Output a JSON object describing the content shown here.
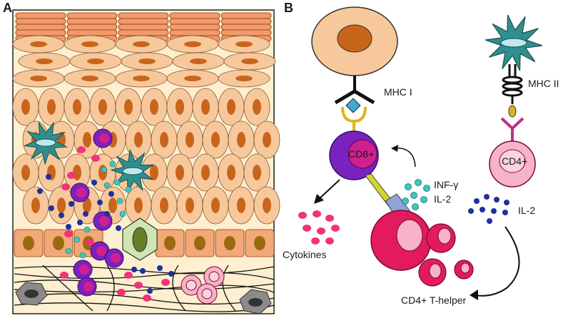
{
  "panel_a": {
    "letter": "A"
  },
  "panel_b": {
    "letter": "B",
    "labels": {
      "mhc1": "MHC I",
      "mhc2": "MHC II",
      "cd8": "CD8+",
      "cd4": "CD4+",
      "infg": "INF-γ",
      "il2a": "IL-2",
      "il2b": "IL-2",
      "cytokines": "Cytokines",
      "cd4_helper": "CD4+ T-helper"
    }
  },
  "colors": {
    "epithelial": "#f7c89b",
    "nucleus": "#c8651b",
    "basal": "#f3a878",
    "dendritic": "#2f8f8f",
    "cd8": "#7a22c0",
    "cd8_inner": "#d02090",
    "helper": "#e31a5f",
    "cytokine_pink": "#f0337a",
    "il2_blue": "#1f2f9f",
    "infg_cyan": "#3fc6c0",
    "mhc2_receptor": "#c0308a",
    "tcr_yellow": "#e2b21e"
  }
}
